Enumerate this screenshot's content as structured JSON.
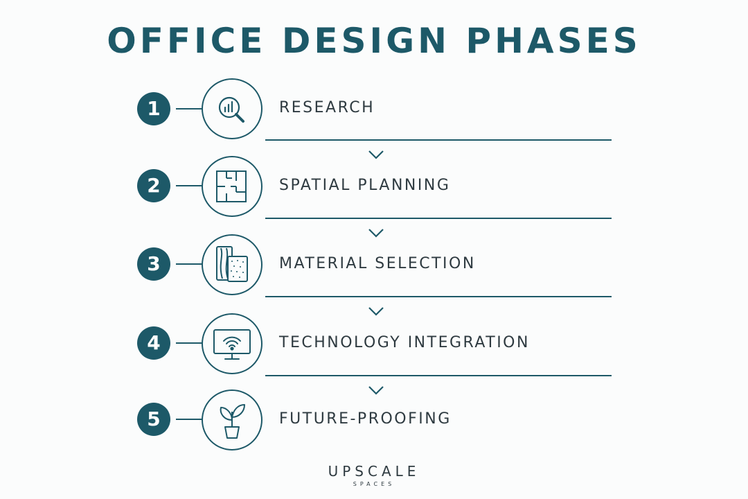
{
  "title": "OFFICE DESIGN PHASES",
  "phases": [
    {
      "number": "1",
      "label": "RESEARCH",
      "icon": "magnifier-chart-icon"
    },
    {
      "number": "2",
      "label": "SPATIAL PLANNING",
      "icon": "floor-plan-icon"
    },
    {
      "number": "3",
      "label": "MATERIAL SELECTION",
      "icon": "material-swatches-icon"
    },
    {
      "number": "4",
      "label": "TECHNOLOGY INTEGRATION",
      "icon": "monitor-wifi-icon"
    },
    {
      "number": "5",
      "label": "FUTURE-PROOFING",
      "icon": "plant-pot-icon"
    }
  ],
  "brand": {
    "name": "UPSCALE",
    "tagline": "SPACES"
  },
  "colors": {
    "accent": "#1d5968",
    "text": "#2e3a40",
    "background": "#fbfcfc"
  }
}
